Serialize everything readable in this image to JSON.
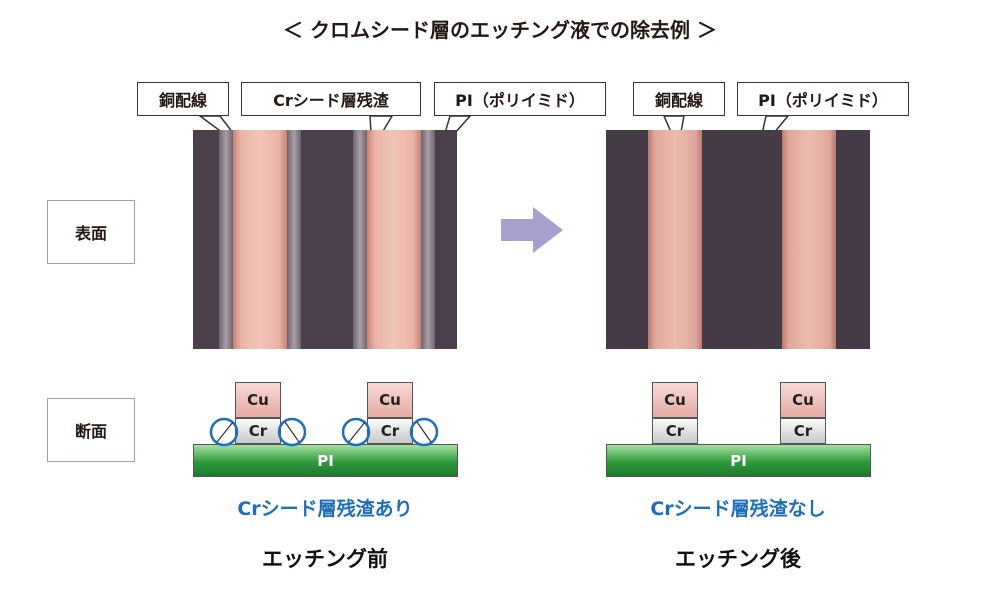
{
  "title": "＜ クロムシード層のエッチング液での除去例 ＞",
  "row_labels": {
    "surface": "表面",
    "cross_section": "断面"
  },
  "callouts": {
    "copper_line": "銅配線",
    "cr_residue": "Crシード層残渣",
    "pi": "PI（ポリイミド）"
  },
  "layers": {
    "cu": "Cu",
    "cr": "Cr",
    "pi": "PI"
  },
  "before": {
    "residue_caption": "Crシード層残渣あり",
    "caption": "エッチング前"
  },
  "after": {
    "residue_caption": "Crシード層残渣なし",
    "caption": "エッチング後"
  },
  "colors": {
    "substrate_dark": "#4a3f4a",
    "copper_line": "#e3a99e",
    "arrow": "#a8a0cc",
    "residue_circle": "#1f6fc0",
    "caption_blue": "#1d6fbd",
    "pi_green": "#2e9a3c"
  },
  "icons": {
    "arrow": "right-arrow-icon"
  }
}
